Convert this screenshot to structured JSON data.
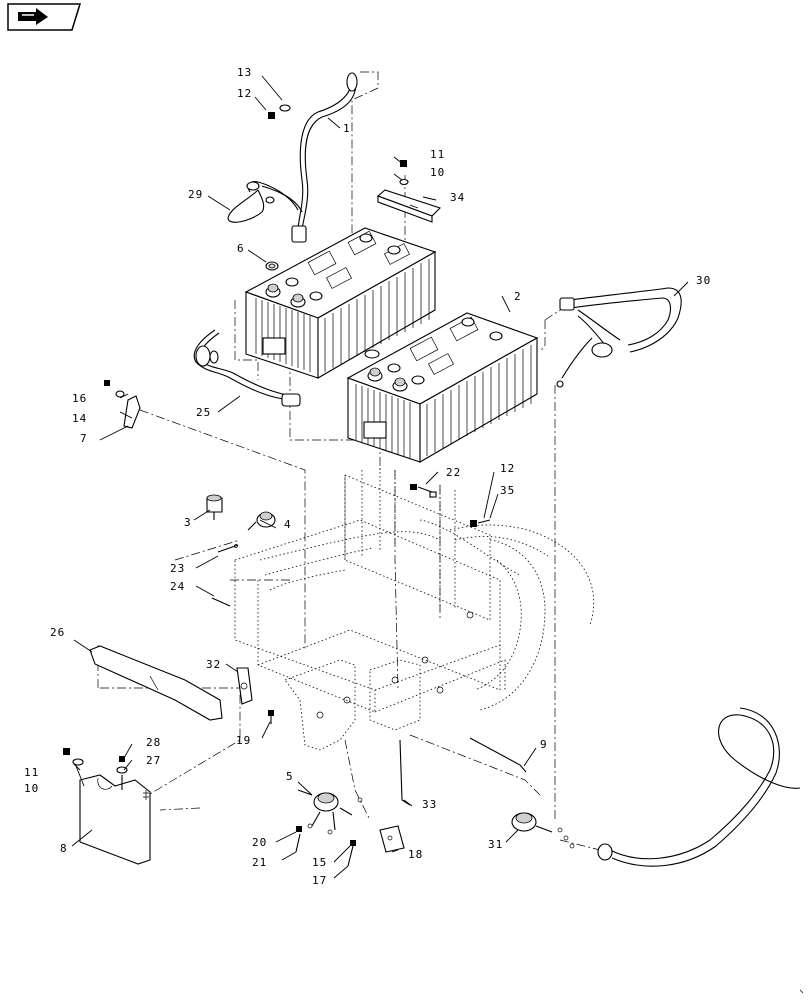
{
  "toolbar": {
    "nav_icon": "return-arrow-icon"
  },
  "callouts": {
    "c1": "1",
    "c2": "2",
    "c3": "3",
    "c4": "4",
    "c5": "5",
    "c6": "6",
    "c7": "7",
    "c8": "8",
    "c9": "9",
    "c10a": "10",
    "c10b": "10",
    "c11a": "11",
    "c11b": "11",
    "c12a": "12",
    "c12b": "12",
    "c13": "13",
    "c14": "14",
    "c15": "15",
    "c16": "16",
    "c17": "17",
    "c18": "18",
    "c19": "19",
    "c20": "20",
    "c21": "21",
    "c22": "22",
    "c23": "23",
    "c24": "24",
    "c25": "25",
    "c26": "26",
    "c27": "27",
    "c28": "28",
    "c29": "29",
    "c30": "30",
    "c31": "31",
    "c32": "32",
    "c33": "33",
    "c34": "34",
    "c35": "35"
  }
}
